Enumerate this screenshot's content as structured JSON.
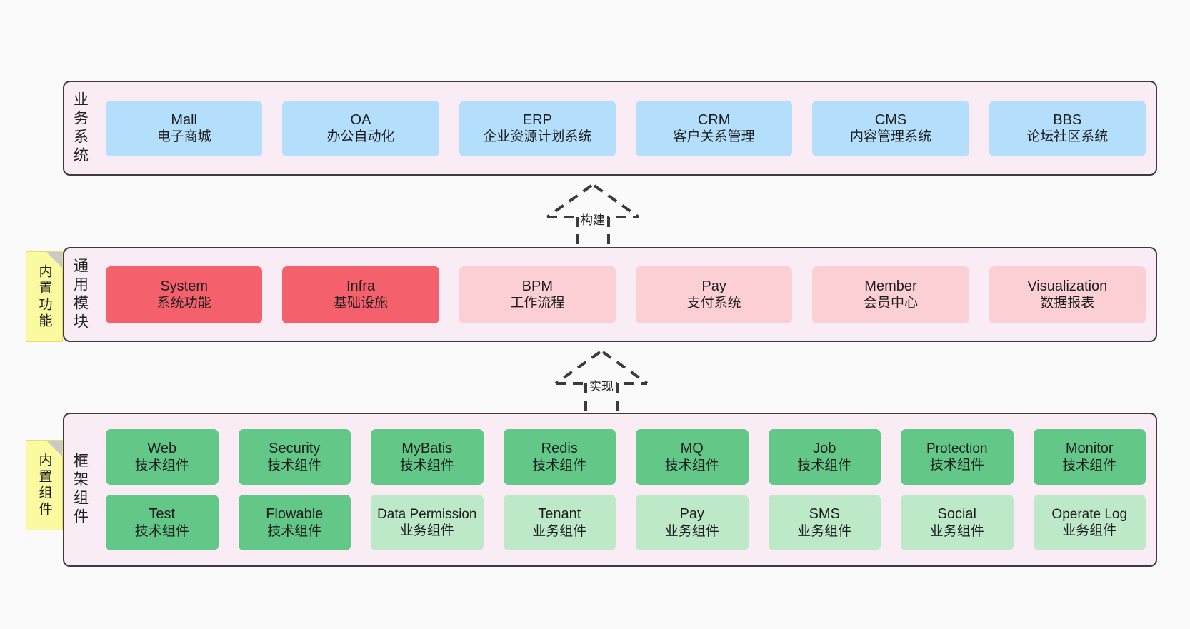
{
  "diagram": {
    "background_color": "#fafafa",
    "layer_fill": "#f9ecf5",
    "layer_border": "#3b3b3b"
  },
  "layers": [
    {
      "id": "business",
      "title": "业务系统",
      "rows": [
        {
          "nodes": [
            {
              "name": "Mall",
              "desc": "电子商城",
              "color": "#b3dffc",
              "style": "blue"
            },
            {
              "name": "OA",
              "desc": "办公自动化",
              "color": "#b3dffc",
              "style": "blue"
            },
            {
              "name": "ERP",
              "desc": "企业资源计划系统",
              "color": "#b3dffc",
              "style": "blue"
            },
            {
              "name": "CRM",
              "desc": "客户关系管理",
              "color": "#b3dffc",
              "style": "blue"
            },
            {
              "name": "CMS",
              "desc": "内容管理系统",
              "color": "#b3dffc",
              "style": "blue"
            },
            {
              "name": "BBS",
              "desc": "论坛社区系统",
              "color": "#b3dffc",
              "style": "blue"
            }
          ]
        }
      ]
    },
    {
      "id": "modules",
      "title": "通用模块",
      "note": "内置功能",
      "rows": [
        {
          "nodes": [
            {
              "name": "System",
              "desc": "系统功能",
              "color": "#f4606c",
              "style": "red"
            },
            {
              "name": "Infra",
              "desc": "基础设施",
              "color": "#f4606c",
              "style": "red"
            },
            {
              "name": "BPM",
              "desc": "工作流程",
              "color": "#fbcfd4",
              "style": "pink"
            },
            {
              "name": "Pay",
              "desc": "支付系统",
              "color": "#fbcfd4",
              "style": "pink"
            },
            {
              "name": "Member",
              "desc": "会员中心",
              "color": "#fbcfd4",
              "style": "pink"
            },
            {
              "name": "Visualization",
              "desc": "数据报表",
              "color": "#fbcfd4",
              "style": "pink"
            }
          ]
        }
      ]
    },
    {
      "id": "framework",
      "title": "框架组件",
      "note": "内置组件",
      "rows": [
        {
          "nodes": [
            {
              "name": "Web",
              "desc": "技术组件",
              "color": "#62c787",
              "style": "green"
            },
            {
              "name": "Security",
              "desc": "技术组件",
              "color": "#62c787",
              "style": "green"
            },
            {
              "name": "MyBatis",
              "desc": "技术组件",
              "color": "#62c787",
              "style": "green"
            },
            {
              "name": "Redis",
              "desc": "技术组件",
              "color": "#62c787",
              "style": "green"
            },
            {
              "name": "MQ",
              "desc": "技术组件",
              "color": "#62c787",
              "style": "green"
            },
            {
              "name": "Job",
              "desc": "技术组件",
              "color": "#62c787",
              "style": "green"
            },
            {
              "name": "Protection",
              "desc": "技术组件",
              "color": "#62c787",
              "style": "green"
            },
            {
              "name": "Monitor",
              "desc": "技术组件",
              "color": "#62c787",
              "style": "green"
            }
          ]
        },
        {
          "nodes": [
            {
              "name": "Test",
              "desc": "技术组件",
              "color": "#62c787",
              "style": "green"
            },
            {
              "name": "Flowable",
              "desc": "技术组件",
              "color": "#62c787",
              "style": "green"
            },
            {
              "name": "Data Permission",
              "desc": "业务组件",
              "color": "#bde9c9",
              "style": "lgreen"
            },
            {
              "name": "Tenant",
              "desc": "业务组件",
              "color": "#bde9c9",
              "style": "lgreen"
            },
            {
              "name": "Pay",
              "desc": "业务组件",
              "color": "#bde9c9",
              "style": "lgreen"
            },
            {
              "name": "SMS",
              "desc": "业务组件",
              "color": "#bde9c9",
              "style": "lgreen"
            },
            {
              "name": "Social",
              "desc": "业务组件",
              "color": "#bde9c9",
              "style": "lgreen"
            },
            {
              "name": "Operate Log",
              "desc": "业务组件",
              "color": "#bde9c9",
              "style": "lgreen"
            }
          ]
        }
      ]
    }
  ],
  "connectors": [
    {
      "id": "build",
      "label": "构建",
      "from": "modules",
      "to": "business",
      "style": "dashed-generalization"
    },
    {
      "id": "implement",
      "label": "实现",
      "from": "framework",
      "to": "modules",
      "style": "dashed-generalization"
    }
  ]
}
